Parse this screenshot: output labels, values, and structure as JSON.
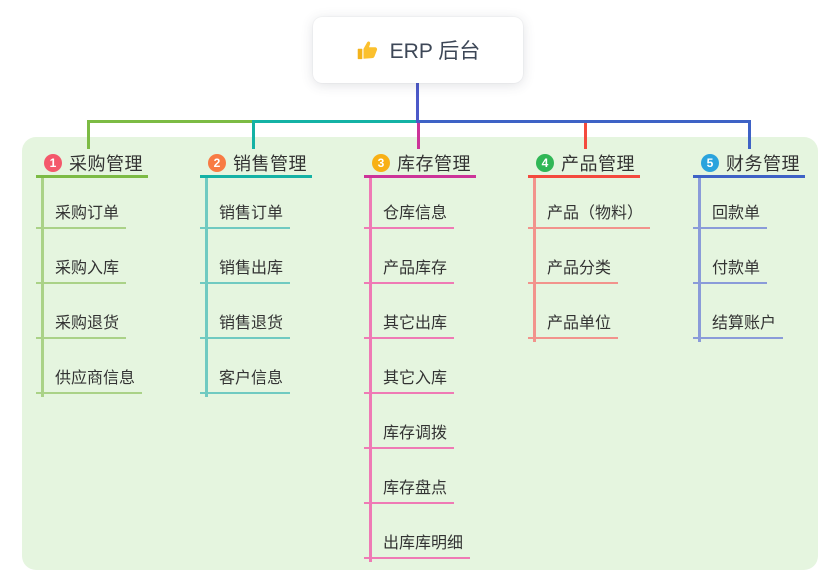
{
  "canvas": {
    "panel_color": "#e5f5df",
    "background": "#ffffff"
  },
  "root": {
    "label": "ERP 后台",
    "icon": "thumbs-up",
    "line_color": "#4c59c9"
  },
  "branches": [
    {
      "number": "1",
      "label": "采购管理",
      "badge_color": "#f4586b",
      "color_main": "#7cbb44",
      "color_light": "#aad287",
      "children": [
        "采购订单",
        "采购入库",
        "采购退货",
        "供应商信息"
      ]
    },
    {
      "number": "2",
      "label": "销售管理",
      "badge_color": "#f87b44",
      "color_main": "#14b2a5",
      "color_light": "#70cac1",
      "children": [
        "销售订单",
        "销售出库",
        "销售退货",
        "客户信息"
      ]
    },
    {
      "number": "3",
      "label": "库存管理",
      "badge_color": "#f8b015",
      "color_main": "#cc3499",
      "color_light": "#ef7ab5",
      "children": [
        "仓库信息",
        "产品库存",
        "其它出库",
        "其它入库",
        "库存调拨",
        "库存盘点",
        "出库库明细"
      ]
    },
    {
      "number": "4",
      "label": "产品管理",
      "badge_color": "#30b756",
      "color_main": "#f44a3e",
      "color_light": "#f2938c",
      "children": [
        "产品（物料）",
        "产品分类",
        "产品单位"
      ]
    },
    {
      "number": "5",
      "label": "财务管理",
      "badge_color": "#2aa3dd",
      "color_main": "#3e62c6",
      "color_light": "#8a9bd9",
      "children": [
        "回款单",
        "付款单",
        "结算账户"
      ]
    }
  ]
}
